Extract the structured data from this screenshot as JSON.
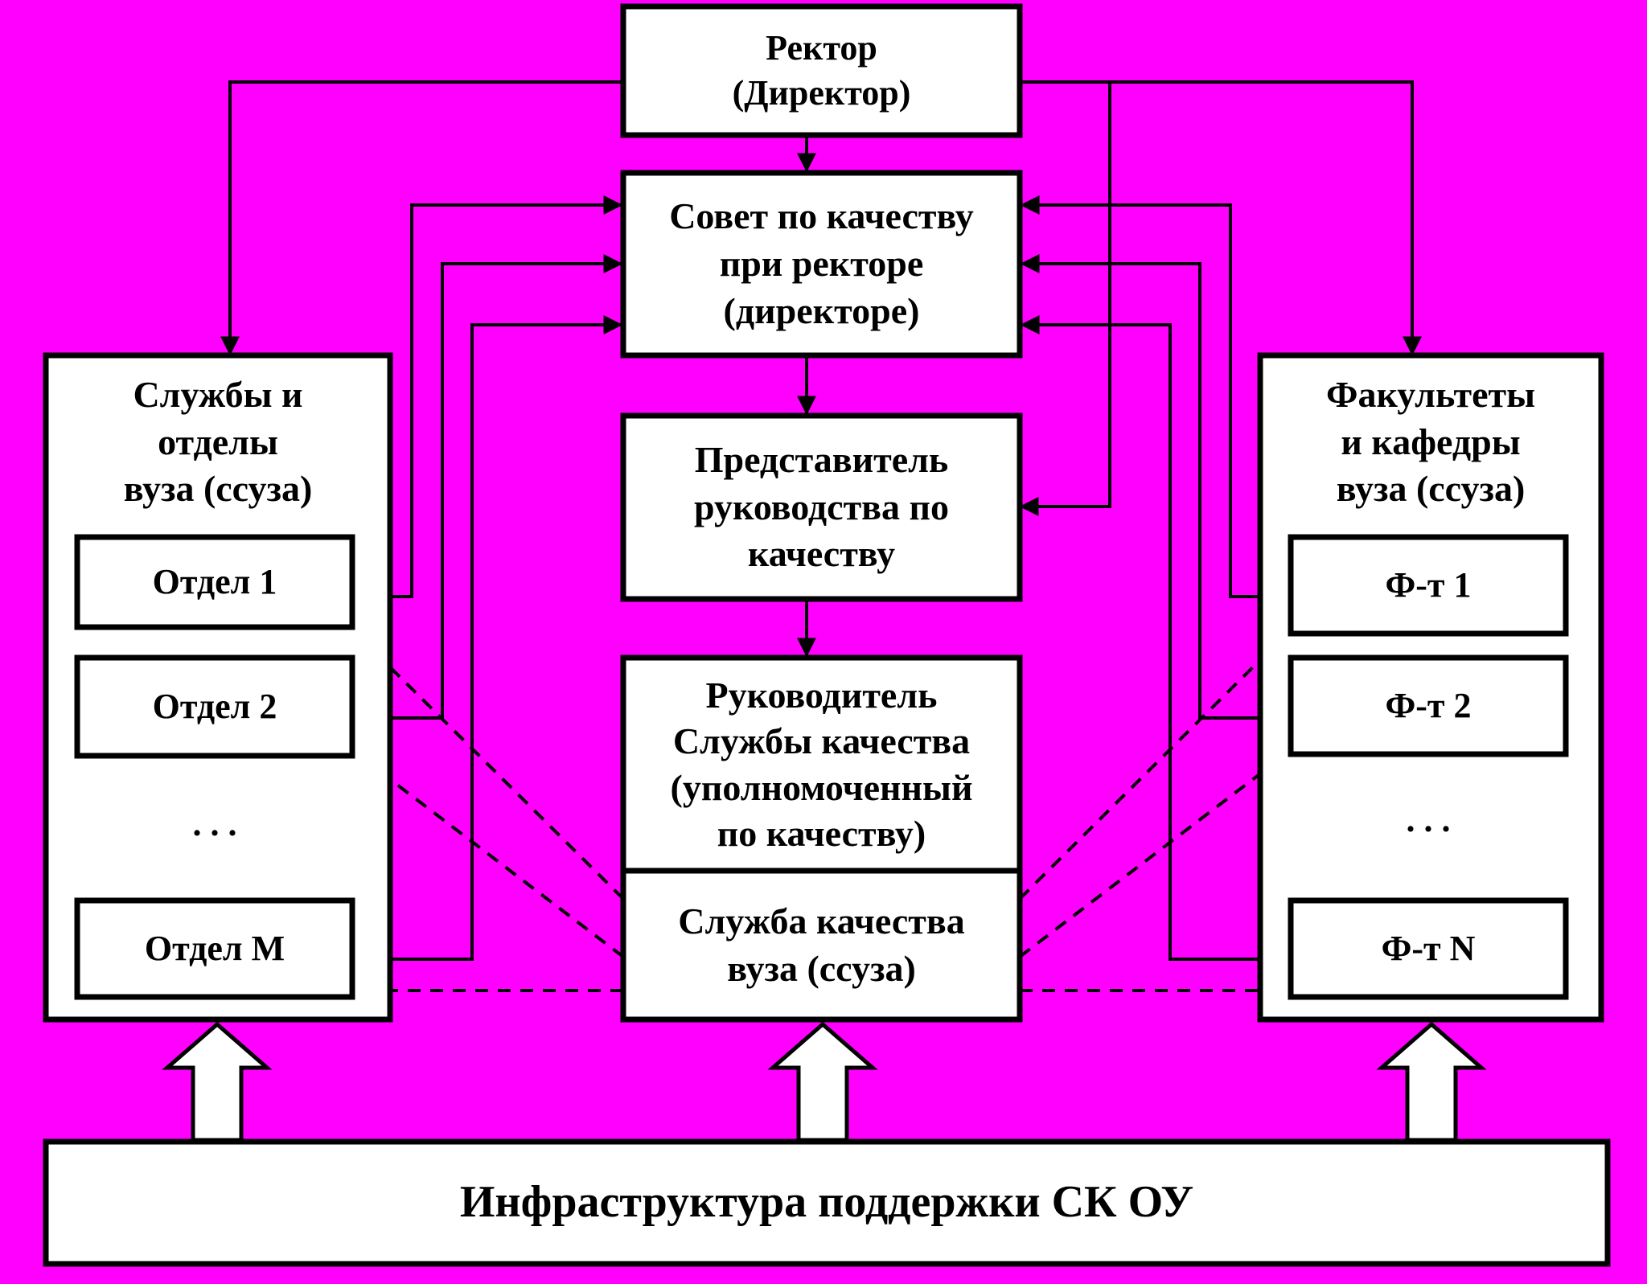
{
  "colors": {
    "background": "#FF00FF",
    "box_fill": "#FFFFFF",
    "stroke": "#000000"
  },
  "rector": "Ректор\n(Директор)",
  "council": "Совет по качеству\nпри ректоре\n(директоре)",
  "representative": "Представитель\nруководства по\nкачеству",
  "quality_head": "Руководитель\nСлужбы качества\n(уполномоченный\nпо качеству)",
  "quality_service": "Служба качества\nвуза (ссуза)",
  "left_group": {
    "title": "Службы и\nотделы\nвуза (ссуза)",
    "items": [
      "Отдел 1",
      "Отдел 2",
      "Отдел M"
    ],
    "ellipsis": ". . ."
  },
  "right_group": {
    "title": "Факультеты\nи кафедры\nвуза (ссуза)",
    "items": [
      "Ф-т 1",
      "Ф-т 2",
      "Ф-т N"
    ],
    "ellipsis": ". . ."
  },
  "infrastructure": "Инфраструктура поддержки СК ОУ"
}
